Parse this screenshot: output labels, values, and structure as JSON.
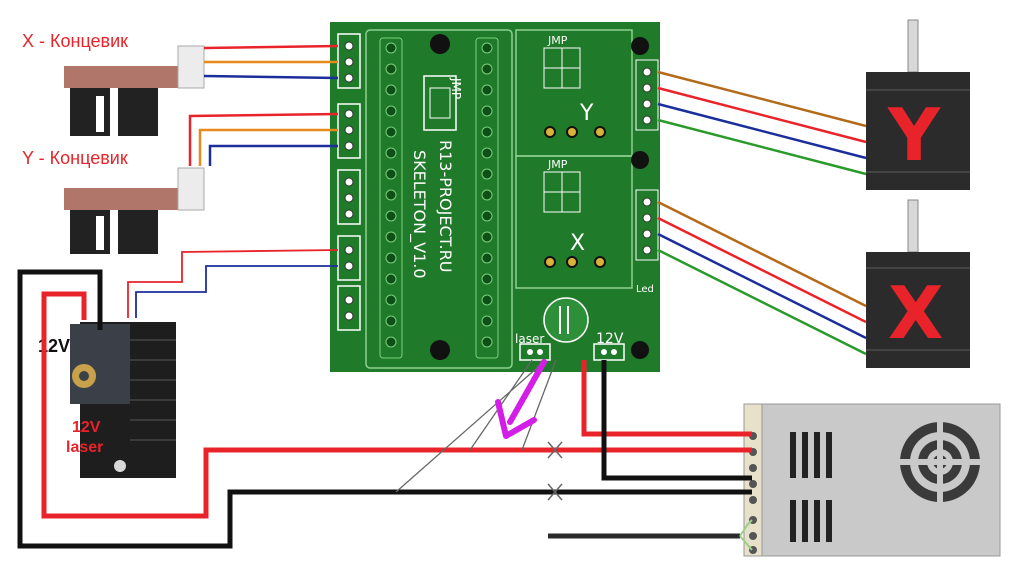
{
  "labels": {
    "x_endstop": "X - Концевик",
    "y_endstop": "Y - Концевик",
    "laser_12v": "12V",
    "laser_module_12v": "12V",
    "laser_module_word": "laser",
    "board_line1": "R13-PROJECT.RU",
    "board_line2": "SKELETON_V1.0",
    "jmp_main": "JMP",
    "jmp_y": "JMP",
    "jmp_x": "JMP",
    "driver_y": "Y",
    "driver_x": "X",
    "led": "Led",
    "board_laser": "laser",
    "board_12v": "12V",
    "motor_y": "Y",
    "motor_x": "X"
  },
  "icons": [
    "endstop-switch-icon",
    "stepper-motor-icon",
    "laser-module-icon",
    "power-supply-icon",
    "capacitor-icon",
    "arrow-icon",
    "cut-mark-icon"
  ],
  "colors": {
    "wire_red": "#e8242a",
    "wire_orange": "#e68a1e",
    "wire_blue": "#1c2e9c",
    "wire_brown": "#b36a1a",
    "wire_green": "#2a9a2a",
    "wire_black": "#111111",
    "pcb_green": "#1f7a2a",
    "arrow_magenta": "#d21ee6"
  }
}
